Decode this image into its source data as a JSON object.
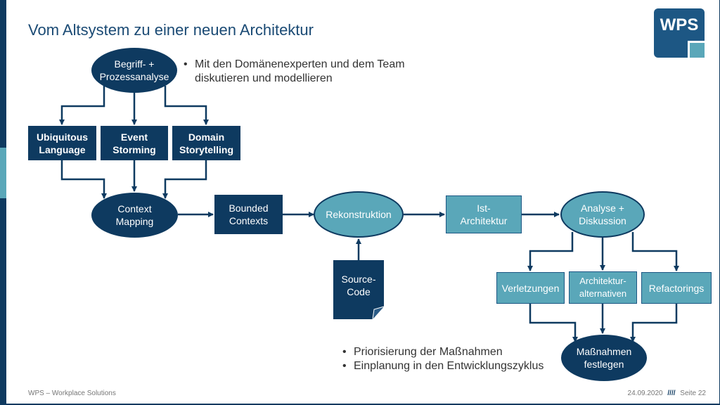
{
  "title": "Vom Altsystem zu einer neuen Architektur",
  "logo_text": "WPS",
  "colors": {
    "dark": "#0e3a60",
    "teal": "#5aa7b9",
    "arrow": "#0e3a60"
  },
  "nodes": {
    "begriff": "Begriff- +\nProzessanalyse",
    "ubiquitous": "Ubiquitous\nLanguage",
    "event": "Event\nStorming",
    "domain": "Domain\nStorytelling",
    "context": "Context\nMapping",
    "bounded": "Bounded\nContexts",
    "rekonstruktion": "Rekonstruktion",
    "source": "Source-\nCode",
    "ist": "Ist-\nArchitektur",
    "analyse": "Analyse +\nDiskussion",
    "verletzungen": "Verletzungen",
    "alternativen": "Architektur-\nalternativen",
    "refactorings": "Refactorings",
    "massnahmen": "Maßnahmen\nfestlegen"
  },
  "bullets_top": [
    "Mit den Domänenexperten und dem Team diskutieren und modellieren"
  ],
  "bullets_bottom": [
    "Priorisierung der Maßnahmen",
    "Einplanung in den Entwicklungszyklus"
  ],
  "footer": {
    "company": "WPS – Workplace Solutions",
    "date": "24.09.2020",
    "separator": "////",
    "page": "Seite 22"
  }
}
